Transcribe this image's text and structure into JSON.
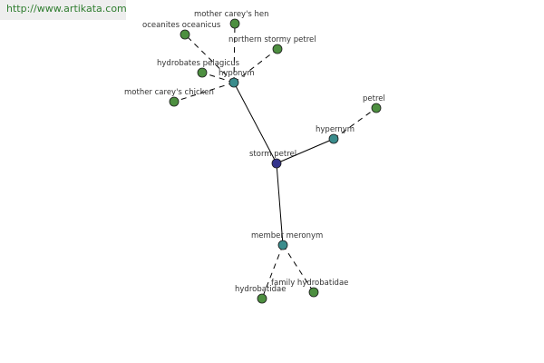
{
  "site": {
    "url": "http://www.artikata.com"
  },
  "colors": {
    "center": "#33338c",
    "relation": "#3a8c8c",
    "leaf": "#4d8f40",
    "node_stroke": "#1a1a1a",
    "edge": "#000000",
    "link_text": "#2f7d2f"
  },
  "graph": {
    "center": {
      "label": "storm petrel"
    },
    "relations": [
      {
        "label": "hyponym",
        "members": [
          "oceanites oceanicus",
          "mother carey's hen",
          "northern stormy petrel",
          "hydrobates pelagicus",
          "mother carey's chicken"
        ]
      },
      {
        "label": "hypernym",
        "members": [
          "petrel"
        ]
      },
      {
        "label": "member meronym",
        "members": [
          "hydrobatidae",
          "family hydrobatidae"
        ]
      }
    ]
  }
}
